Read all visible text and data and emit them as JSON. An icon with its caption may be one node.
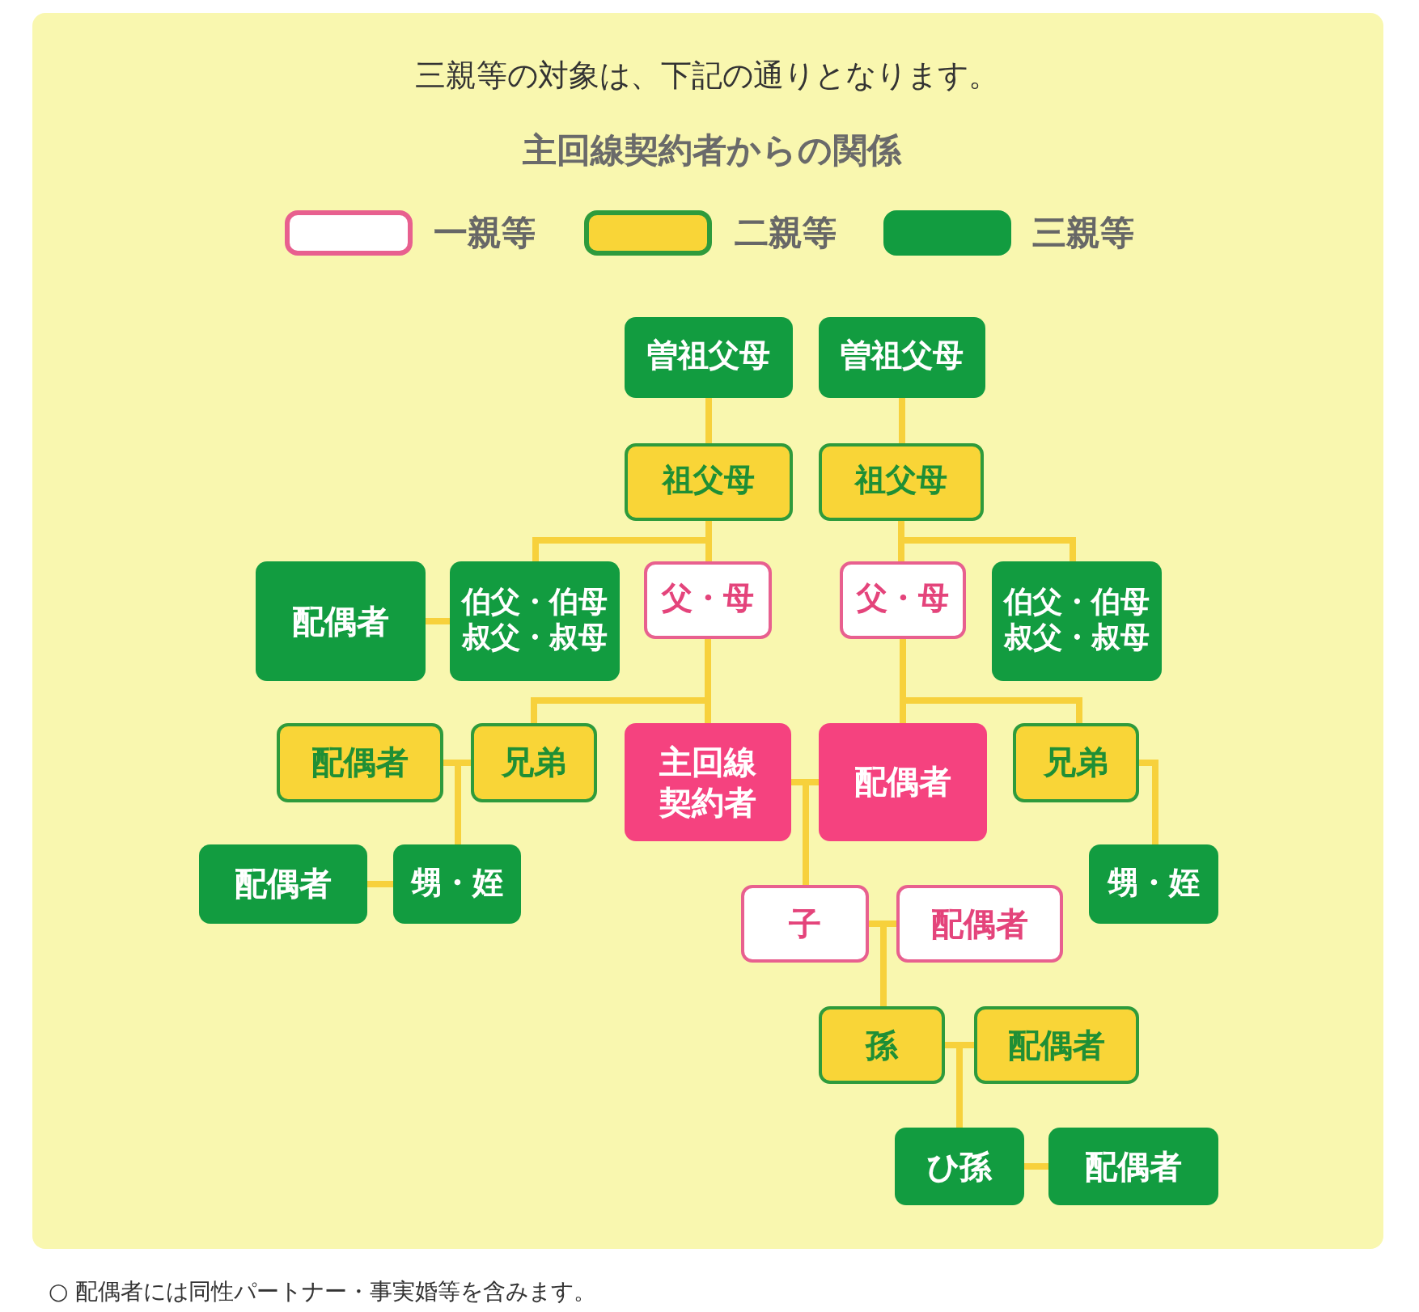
{
  "diagram": {
    "title": "主回線契約者からの関係",
    "nodes": [
      {
        "text": [
          "曽祖父母"
        ]
      },
      {
        "text": [
          "曽祖父母"
        ]
      },
      {
        "text": [
          "祖父母"
        ]
      },
      {
        "text": [
          "祖父母"
        ]
      },
      {
        "text": [
          "配偶者"
        ]
      },
      {
        "text": [
          "伯父・伯母叔父・叔母"
        ]
      },
      {
        "text": [
          "父・母"
        ]
      },
      {
        "text": [
          "父・母"
        ]
      },
      {
        "text": [
          "伯父・伯母叔父・叔母"
        ]
      },
      {
        "text": [
          "配偶者"
        ]
      },
      {
        "text": [
          "兄弟"
        ]
      },
      {
        "text": [
          "主回線契約者"
        ]
      },
      {
        "text": [
          "配偶者"
        ]
      },
      {
        "text": [
          "兄弟"
        ]
      },
      {
        "text": [
          "配偶者"
        ]
      },
      {
        "text": [
          "甥・姪"
        ]
      },
      {
        "text": [
          "甥・姪"
        ]
      },
      {
        "text": [
          "子"
        ]
      },
      {
        "text": [
          "配偶者"
        ]
      },
      {
        "text": [
          "孫"
        ]
      },
      {
        "text": [
          "配偶者"
        ]
      },
      {
        "text": [
          "ひ孫"
        ]
      },
      {
        "text": [
          "配偶者"
        ]
      }
    ],
    "edges": [
      {
        "from": 0,
        "to": 2,
        "arrow": "none"
      },
      {
        "from": 1,
        "to": 3,
        "arrow": "none"
      },
      {
        "from": 2,
        "to": 6,
        "arrow": "none"
      },
      {
        "from": 2,
        "to": 5,
        "arrow": "none"
      },
      {
        "from": 3,
        "to": 7,
        "arrow": "none"
      },
      {
        "from": 3,
        "to": 8,
        "arrow": "none"
      },
      {
        "from": 4,
        "to": 5,
        "arrow": "none"
      },
      {
        "from": 6,
        "to": 11,
        "arrow": "none"
      },
      {
        "from": 6,
        "to": 10,
        "arrow": "none"
      },
      {
        "from": 7,
        "to": 12,
        "arrow": "none"
      },
      {
        "from": 7,
        "to": 13,
        "arrow": "none"
      },
      {
        "from": 9,
        "to": 10,
        "arrow": "none"
      },
      {
        "from": 9,
        "to": 15,
        "arrow": "none"
      },
      {
        "from": 10,
        "to": 15,
        "arrow": "none"
      },
      {
        "from": 14,
        "to": 15,
        "arrow": "none"
      },
      {
        "from": 13,
        "to": 16,
        "arrow": "none"
      },
      {
        "from": 11,
        "to": 12,
        "arrow": "none"
      },
      {
        "from": 11,
        "to": 17,
        "arrow": "none"
      },
      {
        "from": 12,
        "to": 17,
        "arrow": "none"
      },
      {
        "from": 17,
        "to": 18,
        "arrow": "none"
      },
      {
        "from": 17,
        "to": 19,
        "arrow": "none"
      },
      {
        "from": 18,
        "to": 19,
        "arrow": "none"
      },
      {
        "from": 19,
        "to": 20,
        "arrow": "none"
      },
      {
        "from": 19,
        "to": 21,
        "arrow": "none"
      },
      {
        "from": 20,
        "to": 21,
        "arrow": "none"
      },
      {
        "from": 21,
        "to": 22,
        "arrow": "none"
      }
    ],
    "labels": [
      "三親等の対象は、下記の通りとなります。",
      "○ 配偶者には同性パートナー・事実婚等を含みます。"
    ],
    "legend": [
      {
        "text": "一親等",
        "color": "#ffffff"
      },
      {
        "text": "二親等",
        "color": "#f9d537"
      },
      {
        "text": "三親等",
        "color": "#129c40"
      }
    ]
  }
}
